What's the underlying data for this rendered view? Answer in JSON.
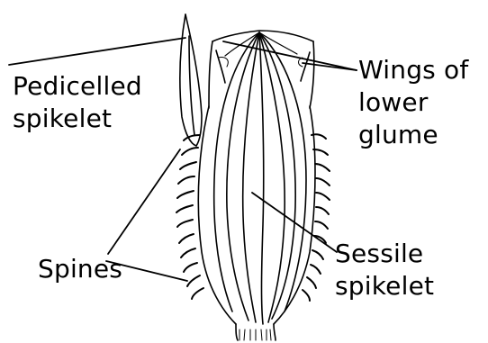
{
  "labels": {
    "pedicelled": {
      "line1": "Pedicelled",
      "line2": "spikelet"
    },
    "wings": {
      "line1": "Wings of",
      "line2": "lower",
      "line3": "glume"
    },
    "spines": {
      "line1": "Spines"
    },
    "sessile": {
      "line1": "Sessile",
      "line2": "spikelet"
    }
  },
  "colors": {
    "ink": "#000000",
    "background": "#ffffff"
  }
}
